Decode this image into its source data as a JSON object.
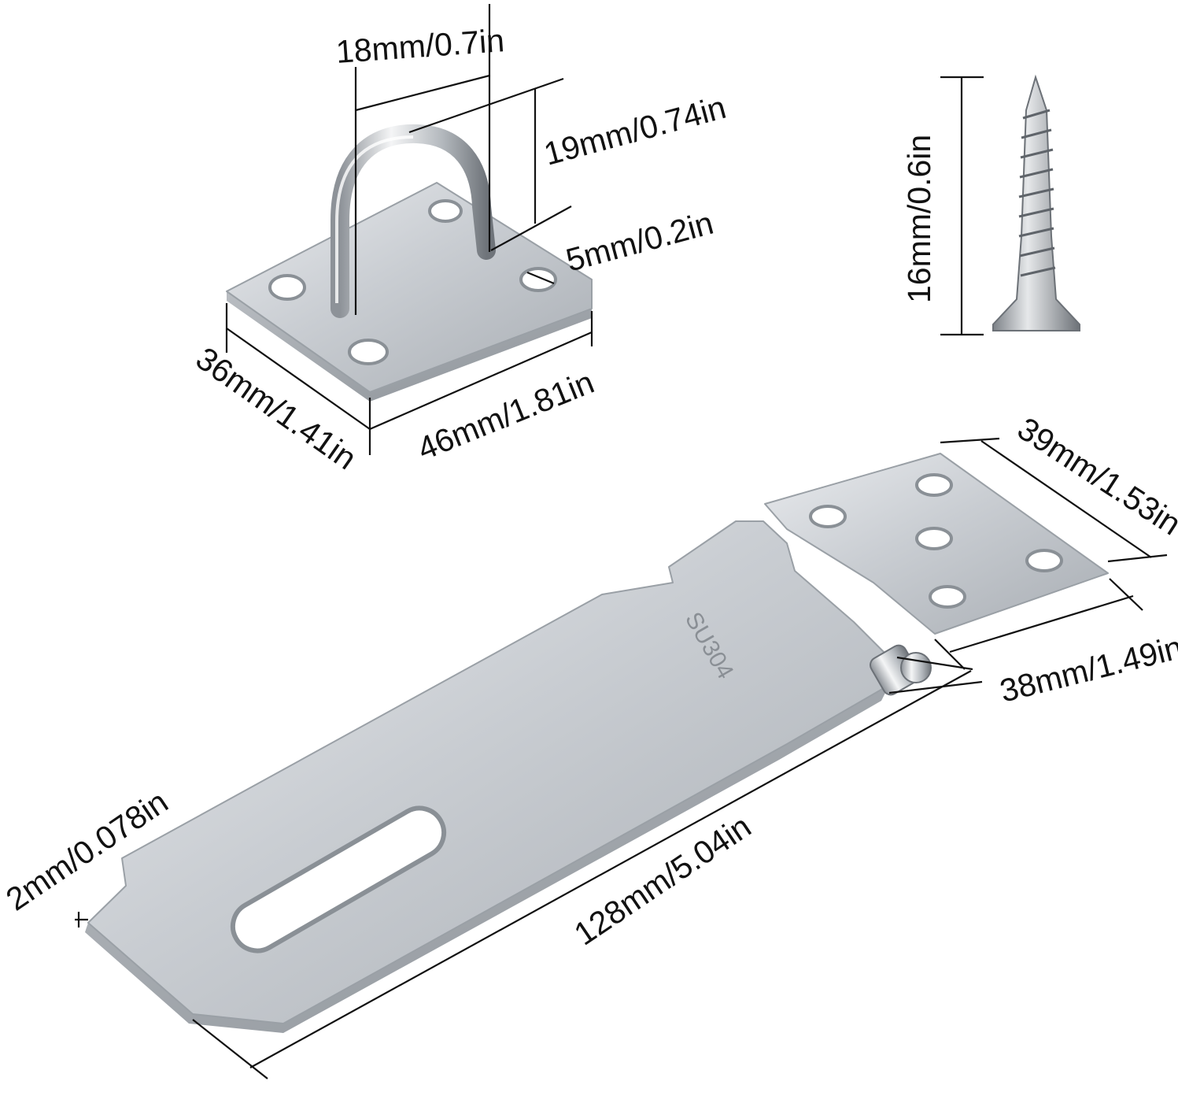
{
  "staple_plate": {
    "width_label": "18mm/0.7in",
    "height_label": "19mm/0.74in",
    "rod_label": "5mm/0.2in",
    "depth_label": "36mm/1.41in",
    "length_label": "46mm/1.81in"
  },
  "screw": {
    "length_label": "16mm/0.6in"
  },
  "hasp": {
    "stamp_text": "SU304",
    "hinge_width_label": "39mm/1.53in",
    "hinge_length_label": "38mm/1.49in",
    "total_length_label": "128mm/5.04in",
    "thickness_label": "2mm/0.078in"
  }
}
